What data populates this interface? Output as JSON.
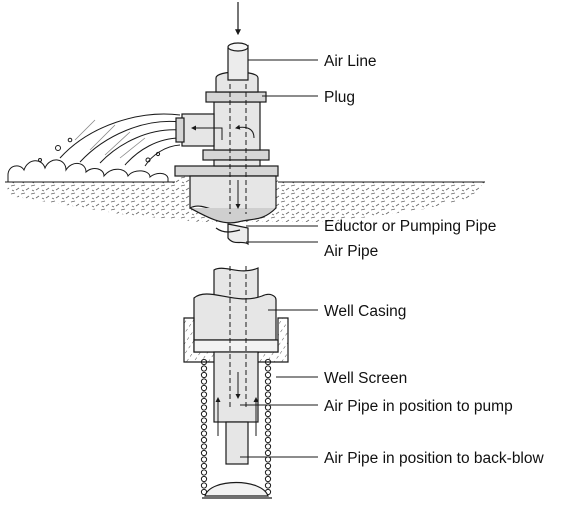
{
  "labels": {
    "air_line": "Air Line",
    "plug": "Plug",
    "eductor": "Eductor or Pumping Pipe",
    "air_pipe": "Air Pipe",
    "well_casing": "Well Casing",
    "well_screen": "Well Screen",
    "pump_position": "Air Pipe in position to pump",
    "backblow_position": "Air Pipe in position to back-blow"
  },
  "colors": {
    "line": "#1a1a1a",
    "fill_light": "#e6e6e6",
    "fill_mid": "#d0d0d0",
    "ground_hatch": "#555555"
  }
}
